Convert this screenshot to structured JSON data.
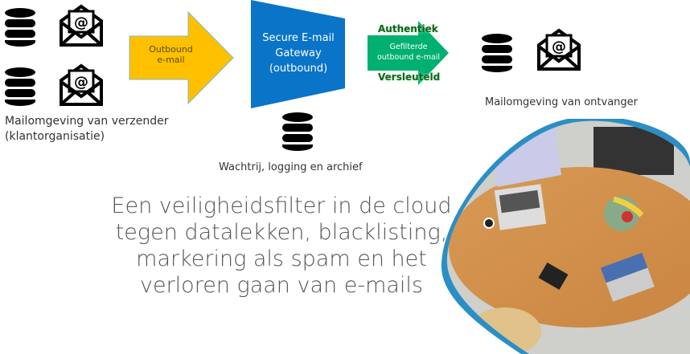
{
  "sender": {
    "label_line1": "Mailomgeving van verzender",
    "label_line2": "(klantorganisatie)"
  },
  "outbound_arrow": {
    "line1": "Outbound",
    "line2": "e-mail",
    "color": "#FFC000"
  },
  "gateway": {
    "line1": "Secure E-mail",
    "line2": "Gateway",
    "line3": "(outbound)",
    "color": "#0A74C9"
  },
  "queue": {
    "label": "Wachtrij, logging en archief"
  },
  "filtered_arrow": {
    "top": "Authentiek",
    "line1": "Gefilterde",
    "line2": "outbound e-mail",
    "bottom": "Versleuteld",
    "color": "#00B070"
  },
  "receiver": {
    "label": "Mailomgeving van ontvanger"
  },
  "headline": {
    "lines": [
      "Een veiligheidsfilter in de cloud",
      "tegen datalekken, blacklisting,",
      "markering als spam en het",
      "verloren gaan van e-mails"
    ]
  }
}
